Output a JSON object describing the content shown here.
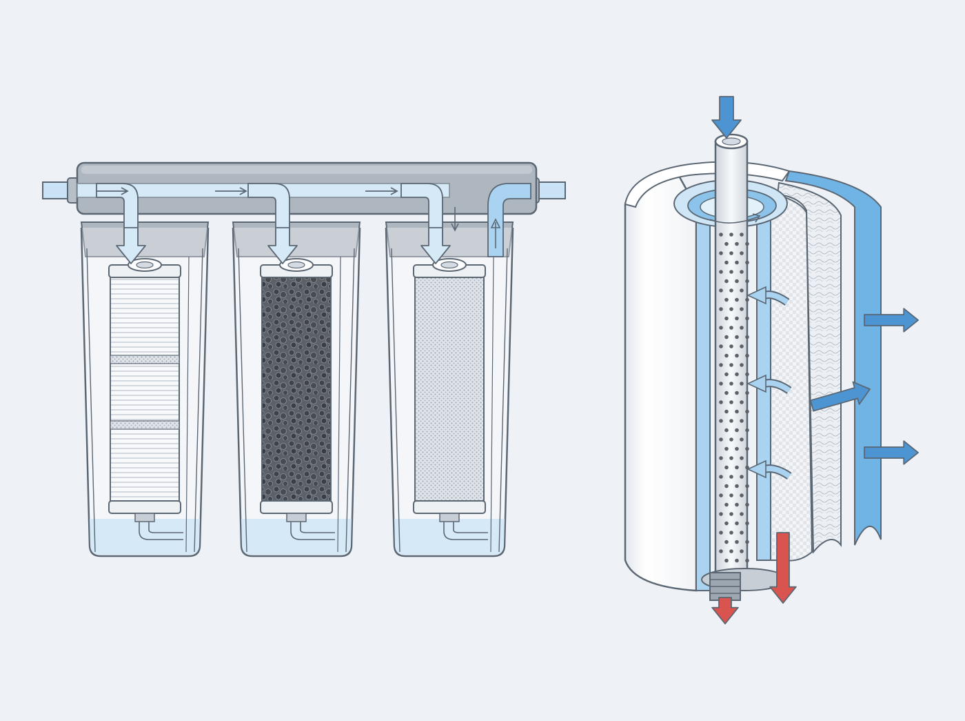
{
  "diagram": {
    "background": "#eef2f7",
    "colors": {
      "outline": "#5b6673",
      "housing_gray": "#aeb6c0",
      "housing_dark": "#8f99a5",
      "water_light": "#d6e9f7",
      "water": "#a9d3f1",
      "water_strong": "#6fb4e4",
      "arrow_blue": "#4d95d2",
      "arrow_red": "#d9534f",
      "carbon": "#4e5258",
      "white": "#ffffff"
    },
    "icons": {
      "flow_arrow": "arrow-icon",
      "permeate": "blue-arrow-icon",
      "concentrate": "red-arrow-icon"
    },
    "left_system": {
      "stages": [
        {
          "id": "stage-1",
          "media": "sediment-pleated"
        },
        {
          "id": "stage-2",
          "media": "granular-carbon"
        },
        {
          "id": "stage-3",
          "media": "carbon-block"
        }
      ]
    },
    "right_system": {
      "element": "spiral-wound-membrane",
      "inlet": "top-feed",
      "outlets": [
        "side-permeate-1",
        "side-permeate-2",
        "side-permeate-3",
        "bottom-concentrate",
        "bottom-product"
      ]
    }
  }
}
